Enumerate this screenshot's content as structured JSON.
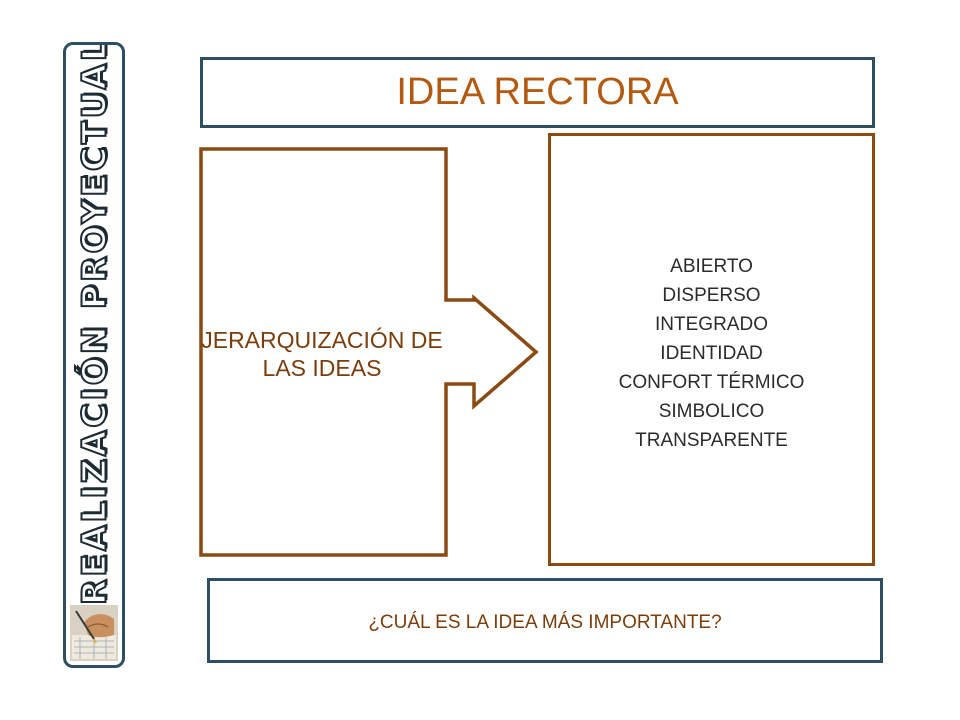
{
  "sidebar": {
    "title": "REALIZACIÓN PROYECTUAL",
    "image_icon": "hand-drawing-icon"
  },
  "title": "IDEA RECTORA",
  "left_box": {
    "line1": "JERARQUIZACIÓN DE",
    "line2": "LAS IDEAS"
  },
  "right_box": {
    "items": [
      "ABIERTO",
      "DISPERSO",
      "INTEGRADO",
      "IDENTIDAD",
      "CONFORT TÉRMICO",
      "SIMBOLICO",
      "TRANSPARENTE"
    ]
  },
  "question": "¿CUÁL ES LA IDEA MÁS IMPORTANTE?",
  "colors": {
    "frame_blue": "#2e4f60",
    "frame_brown": "#8a4a12",
    "title_orange": "#b35a10",
    "label_brown": "#7a3d0b"
  }
}
